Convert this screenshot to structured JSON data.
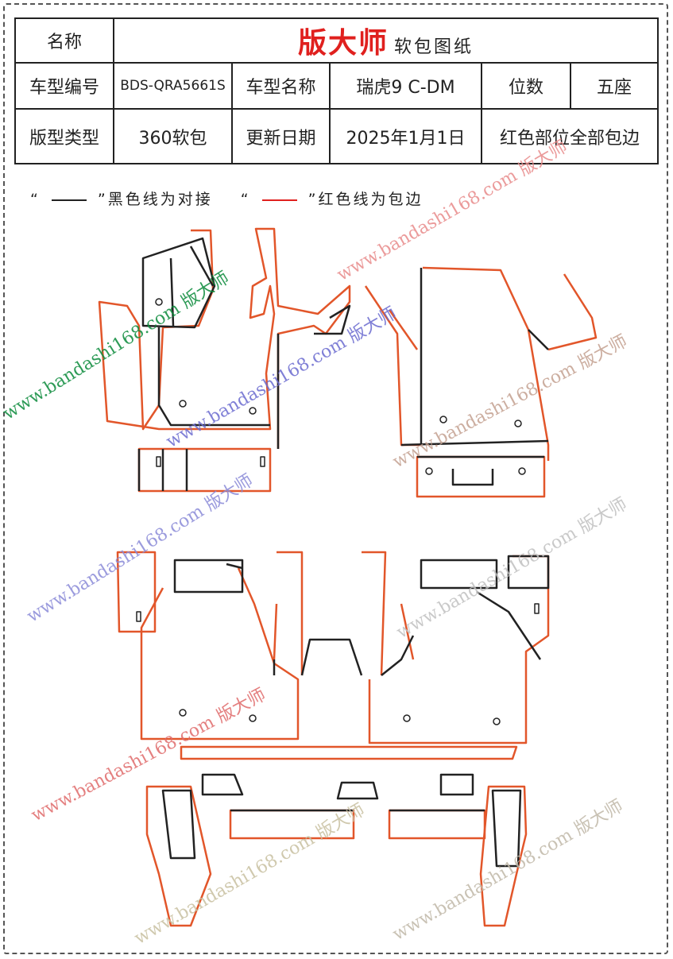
{
  "header": {
    "name_label": "名称",
    "brand": "版大师",
    "title_suffix": "软包图纸",
    "model_code_label": "车型编号",
    "model_code": "BDS-QRA5661S",
    "model_name_label": "车型名称",
    "model_name": "瑞虎9 C-DM",
    "seats_label": "位数",
    "seats": "五座",
    "type_label": "版型类型",
    "type": "360软包",
    "update_label": "更新日期",
    "update_date": "2025年1月1日",
    "note": "红色部位全部包边"
  },
  "legend": {
    "open_quote": "“",
    "close_quote": "”",
    "black_text": "黑色线为对接",
    "red_text": "红色线为包边",
    "black_color": "#222222",
    "red_color": "#e0201e"
  },
  "watermark": {
    "text": "www.bandashi168.com 版大师"
  },
  "colors": {
    "edge": "#e2562a",
    "seam": "#222222"
  }
}
